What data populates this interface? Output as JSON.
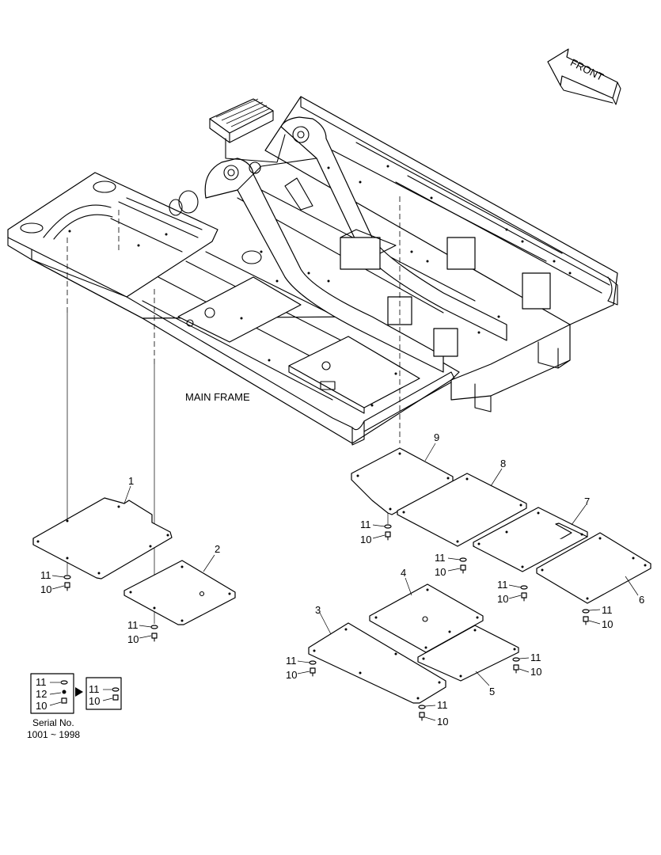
{
  "title": "MAIN FRAME",
  "front_label": "FRONT",
  "callouts": {
    "p1": "1",
    "p2": "2",
    "p3": "3",
    "p4": "4",
    "p5": "5",
    "p6": "6",
    "p7": "7",
    "p8": "8",
    "p9": "9"
  },
  "fasteners": {
    "washer": "11",
    "bolt": "10",
    "lockwasher": "12"
  },
  "serial_note": {
    "line1": "Serial No.",
    "line2": "1001 ~ 1998"
  }
}
